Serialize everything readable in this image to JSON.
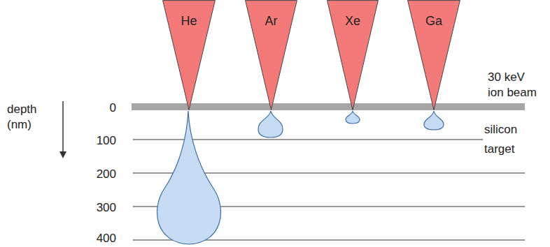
{
  "diagram": {
    "nodes": [
      {
        "text": [
          "He"
        ]
      },
      {
        "text": [
          "Ar"
        ]
      },
      {
        "text": [
          "Xe"
        ]
      },
      {
        "text": [
          "Ga"
        ]
      }
    ],
    "labels": [
      "30 keV ion beam",
      "depth (nm)",
      "0",
      "100",
      "200",
      "300",
      "400",
      "silicon target"
    ]
  }
}
